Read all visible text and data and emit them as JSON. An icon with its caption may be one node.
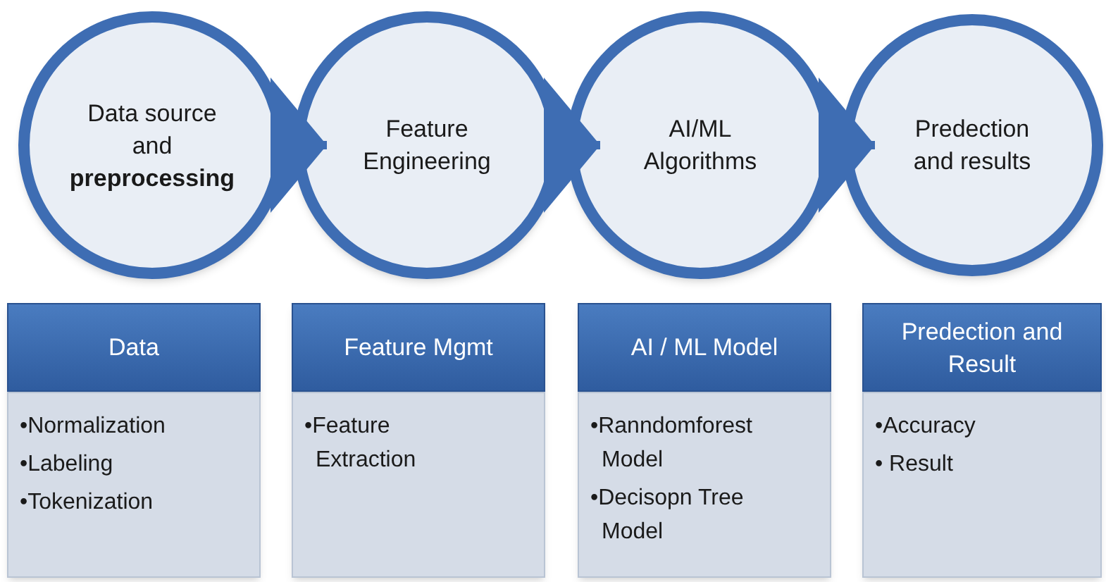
{
  "diagram": {
    "nodes": [
      {
        "text": [
          "Data source and **preprocessing**"
        ]
      },
      {
        "text": [
          "Feature Engineering"
        ]
      },
      {
        "text": [
          "AI/ML Algorithms"
        ]
      },
      {
        "text": [
          "Predection and results"
        ]
      },
      {
        "text": [
          "Data",
          "•Normalization",
          "•Labeling",
          "•Tokenization"
        ]
      },
      {
        "text": [
          "Feature Mgmt",
          "•Feature Extraction"
        ]
      },
      {
        "text": [
          "AI / ML Model",
          "•Ranndomforest Model",
          "•Decisopn Tree Model"
        ]
      },
      {
        "text": [
          "Predection and Result",
          "•Accuracy",
          "• Result"
        ]
      }
    ],
    "edges": [
      {
        "from": 0,
        "to": 1,
        "arrow": "to"
      },
      {
        "from": 1,
        "to": 2,
        "arrow": "to"
      },
      {
        "from": 2,
        "to": 3,
        "arrow": "to"
      }
    ]
  }
}
